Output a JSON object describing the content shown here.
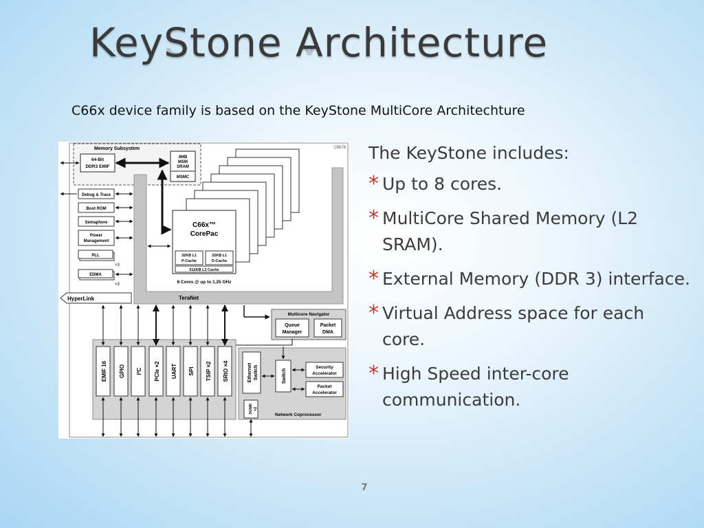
{
  "slide": {
    "title": "KeyStone Architecture",
    "subtitle": "C66x device family is based on the KeyStone MultiCore Architechture",
    "page_number": "7",
    "star_glyph": "*",
    "bullet_intro": "The KeyStone includes:",
    "bullets": [
      "Up to 8 cores.",
      "MultiCore Shared Memory (L2 SRAM).",
      "External Memory (DDR 3) interface.",
      "Virtual Address space for each core.",
      "High Speed inter-core communication."
    ]
  },
  "diagram": {
    "device_label": "C6678",
    "memory_subsystem": "Memory Subsystem",
    "ddr3_emif": [
      "64-Bit",
      "DDR3 EMIF"
    ],
    "msm_sram": [
      "4MB",
      "MSM",
      "SRAM"
    ],
    "msmc": "MSMC",
    "left_blocks": [
      "Debug & Trace",
      "Boot ROM",
      "Semaphore"
    ],
    "power_management": [
      "Power",
      "Management"
    ],
    "pll": "PLL",
    "edma": "EDMA",
    "times3": "×3",
    "corepac_name": "C66x™",
    "corepac_sub": "CorePac",
    "l1p": [
      "32KB L1",
      "P-Cache"
    ],
    "l1d": [
      "32KB L1",
      "D-Cache"
    ],
    "l2": "512KB L2 Cache",
    "cores_note": "8 Cores @ up to 1.25 GHz",
    "hyperlink": "HyperLink",
    "teranet": "TeraNet",
    "multicore_navigator": "Multicore Navigator",
    "queue_manager": [
      "Queue",
      "Manager"
    ],
    "packet_dma": [
      "Packet",
      "DMA"
    ],
    "peripherals": [
      "EMIF 16",
      "GPIO",
      "I²C",
      "PCIe ×2",
      "UART",
      "SPI",
      "TSIP ×2",
      "SRIO ×4"
    ],
    "ethernet_switch": [
      "Ethernet",
      "Switch"
    ],
    "switch": "Switch",
    "sgmii": [
      "SGMII",
      "×2"
    ],
    "security_accelerator": [
      "Security",
      "Accelerator"
    ],
    "packet_accelerator": [
      "Packet",
      "Accelerator"
    ],
    "network_coprocessor": "Network Coprocessor"
  }
}
